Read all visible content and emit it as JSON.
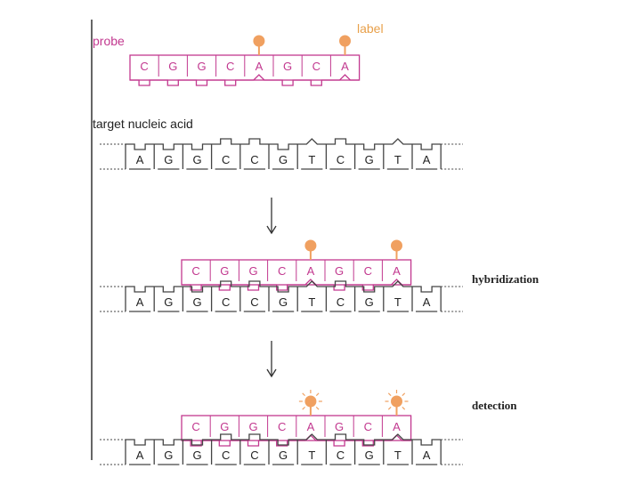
{
  "labels": {
    "probe": "probe",
    "label": "label",
    "target": "target nucleic acid",
    "hybridization": "hybridization",
    "detection": "detection"
  },
  "probe_sequence": [
    "C",
    "G",
    "G",
    "C",
    "A",
    "G",
    "C",
    "A"
  ],
  "target_sequence": [
    "A",
    "G",
    "G",
    "C",
    "C",
    "G",
    "T",
    "C",
    "G",
    "T",
    "A"
  ],
  "labeled_positions": [
    4,
    7
  ],
  "colors": {
    "probe": "#c2388f",
    "probe_fill": "#ffffff",
    "label_marker": "#f0a060",
    "label_text": "#e8a04a",
    "strand": "#444444",
    "text": "#222222"
  }
}
